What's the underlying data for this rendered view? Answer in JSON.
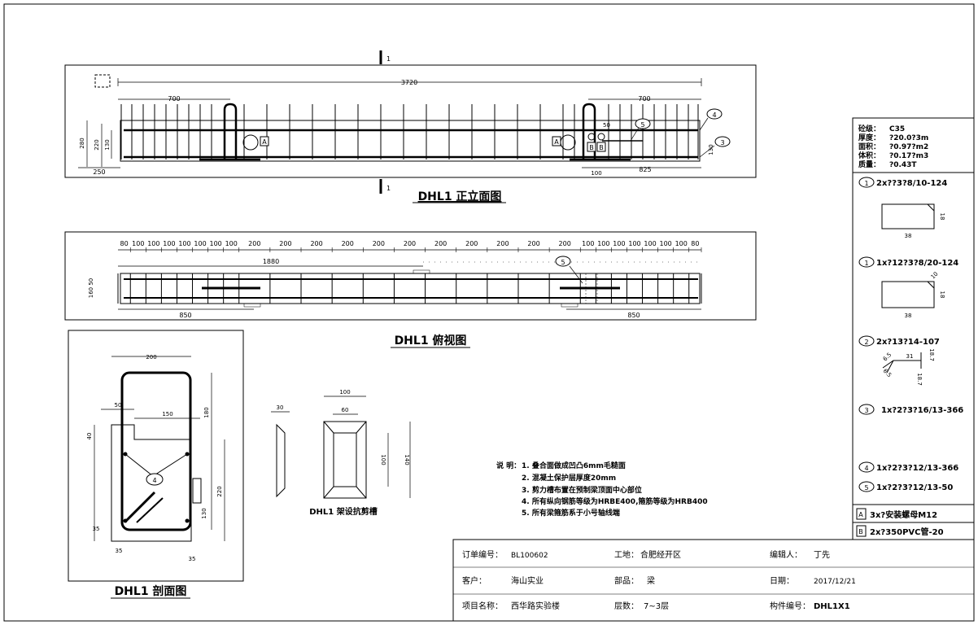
{
  "front_view": {
    "title": "DHL1 正立面图",
    "section_mark": "1",
    "dims": {
      "total": "3720",
      "left": "700",
      "right": "700",
      "h280": "280",
      "h220": "220",
      "h130": "130",
      "bottom_left": "250",
      "bottom_right": "825",
      "d100": "100",
      "d50": "50",
      "d130r": "130"
    },
    "callouts": [
      "4",
      "3",
      "5"
    ],
    "markers": [
      "A",
      "A",
      "B",
      "B"
    ]
  },
  "top_view": {
    "title": "DHL1 俯视图",
    "spacing_labels": [
      "80",
      "100",
      "100",
      "100",
      "100",
      "100",
      "100",
      "100",
      "200",
      "200",
      "200",
      "200",
      "200",
      "200",
      "200",
      "200",
      "200",
      "200",
      "200",
      "100",
      "100",
      "100",
      "100",
      "100",
      "100",
      "100",
      "80"
    ],
    "dim_1880": "1880",
    "dim_850_left": "850",
    "dim_850_right": "850",
    "side_dims": "160 50",
    "callout": "5"
  },
  "section_view": {
    "title": "DHL1 剖面图",
    "dims": {
      "w200": "200",
      "w50": "50",
      "w150": "150",
      "h40": "40",
      "h180": "180",
      "h220": "220",
      "h130": "130",
      "h35": "35",
      "b35l": "35",
      "b35r": "35"
    },
    "callout": "4"
  },
  "shear_key": {
    "title": "DHL1 架设抗剪槽",
    "dims": {
      "d30": "30",
      "d100": "100",
      "d60": "60",
      "d100v": "100",
      "d140": "140"
    }
  },
  "notes": {
    "label": "说 明：",
    "lines": [
      "1. 叠合面做成凹凸6mm毛糙面",
      "2. 混凝土保护层厚度20mm",
      "3. 剪力槽布置在预制梁顶面中心部位",
      "4. 所有纵向钢筋等级为HRBE400,箍筋等级为HRB400",
      "5. 所有梁箍筋系于小号轴线端"
    ]
  },
  "spec_table": {
    "props": [
      {
        "label": "砼级：",
        "value": "C35"
      },
      {
        "label": "厚度：",
        "value": "?20.0?3m"
      },
      {
        "label": "面积：",
        "value": "?0.97?m2"
      },
      {
        "label": "体积：",
        "value": "?0.17?m3"
      },
      {
        "label": "质量：",
        "value": "?0.43T"
      }
    ],
    "rebars": [
      {
        "num": "1",
        "text": "2x??3?8/10-124",
        "dim_a": "38",
        "dim_b": "18"
      },
      {
        "num": "1",
        "text": "1x?12?3?8/20-124",
        "dim_a": "38",
        "dim_b": "18",
        "dim_c": "10"
      },
      {
        "num": "2",
        "text": "2x?13?14-107",
        "dim_a": "31",
        "dim_b": "18.7",
        "dim_c": "18.7",
        "dim_d": "6.5",
        "dim_e": "6.5"
      },
      {
        "num": "3",
        "text": "1x?2?3?16/13-366"
      },
      {
        "num": "4",
        "text": "1x?2?3?12/13-366"
      },
      {
        "num": "5",
        "text": "1x?2?3?12/13-50"
      }
    ],
    "legend": [
      {
        "mark": "A",
        "text": "3x?安装螺母M12"
      },
      {
        "mark": "B",
        "text": "2x?350PVC管-20"
      }
    ]
  },
  "title_block": {
    "order_label": "订单编号：",
    "order_value": "BL100602",
    "site_label": "工地：",
    "site_value": "合肥经开区",
    "drawer_label": "编辑人：",
    "drawer_value": "丁先",
    "client_label": "客户：",
    "client_value": "海山实业",
    "part_label": "部品：",
    "part_value": "梁",
    "date_label": "日期：",
    "date_value": "2017/12/21",
    "project_label": "项目名称：",
    "project_value": "西华路实验楼",
    "floor_label": "层数：",
    "floor_value": "7~3层",
    "code_label": "构件编号：",
    "code_value": "DHL1X1"
  }
}
